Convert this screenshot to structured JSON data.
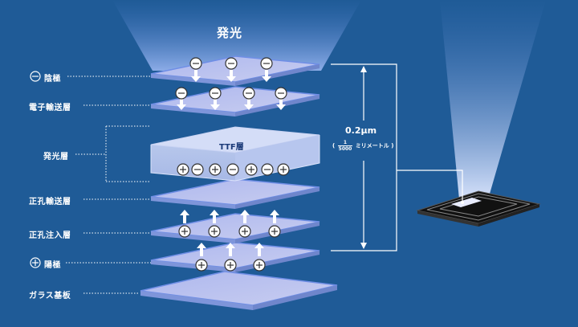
{
  "title": "発光",
  "layers": {
    "cathode": "陰極",
    "electron_transport": "電子輸送層",
    "emission": "発光層",
    "ttf": "TTF層",
    "hole_transport": "正孔輸送層",
    "hole_injection": "正孔注入層",
    "anode": "陽極",
    "glass": "ガラス基板"
  },
  "thickness": {
    "value": "0.2μm",
    "paren_open": "(",
    "fraction_numerator": "1",
    "fraction_denominator": "5000",
    "unit_text": "ミリメートル",
    "paren_close": ")"
  },
  "colors": {
    "background": "#1f5b97",
    "layer_fill": "#b4c4f2",
    "layer_edge": "#6f8ee6",
    "emission_fill": "#c9d6f7",
    "text": "#ffffff"
  }
}
